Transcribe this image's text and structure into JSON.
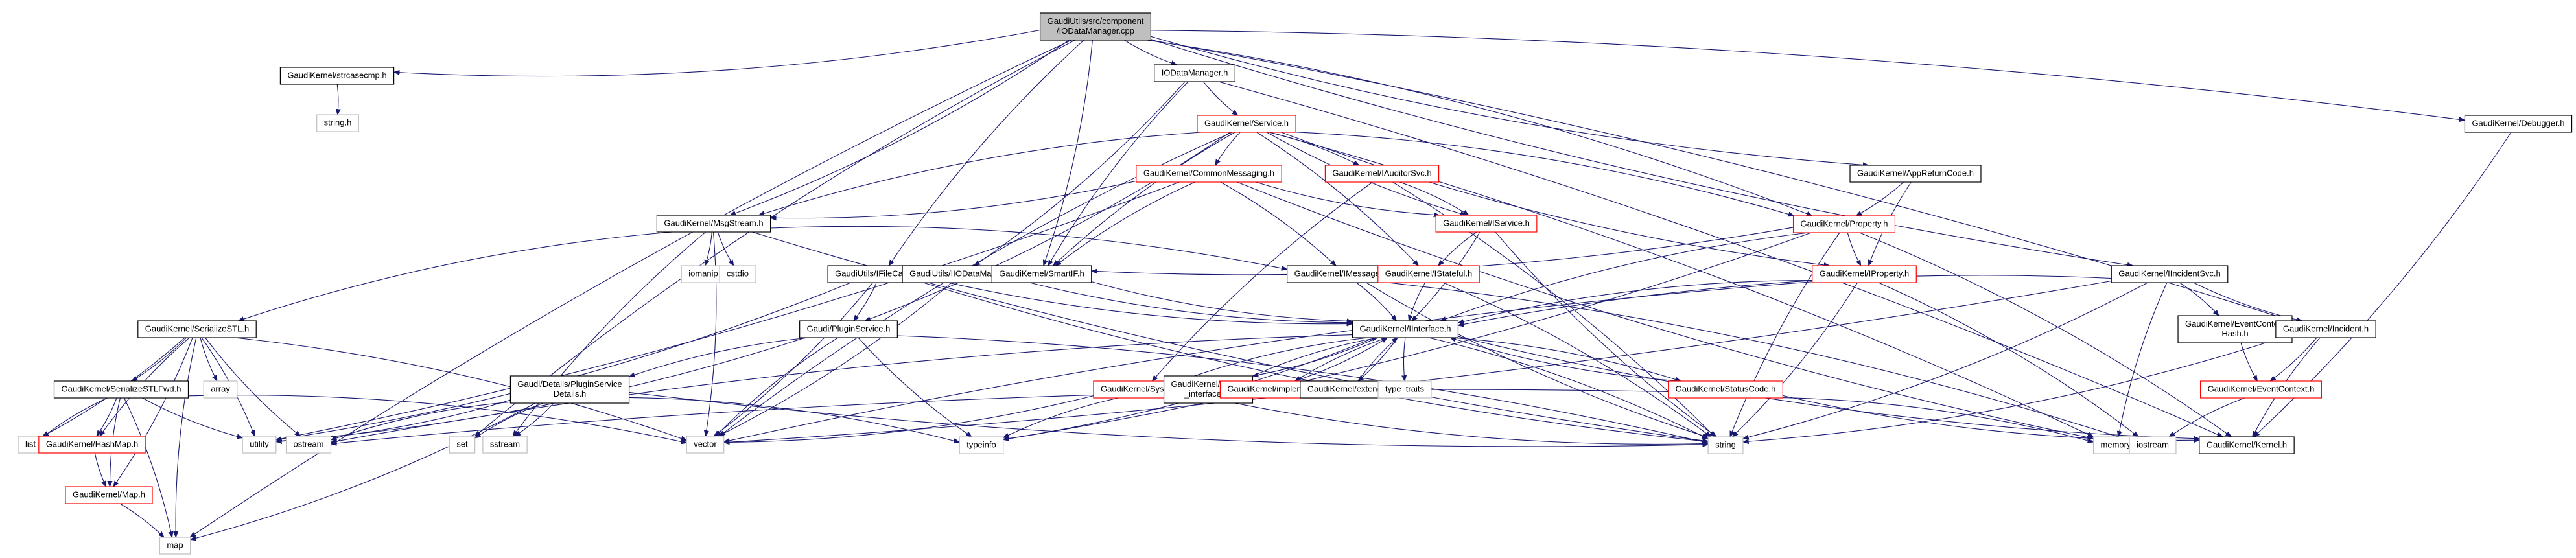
{
  "diagram": {
    "title": "Include dependency graph for IODataManager.cpp",
    "colors": {
      "edge": "#191970",
      "root_fill": "#bfbfbf",
      "documented_border": "#000000",
      "undocumented_border": "#ff0000",
      "system_border": "#bfbfbf"
    },
    "nodes": [
      {
        "id": "root",
        "lines": [
          "GaudiUtils/src/component",
          "/IODataManager.cpp"
        ],
        "kind": "root"
      },
      {
        "id": "strcasecmp",
        "lines": [
          "GaudiKernel/strcasecmp.h"
        ],
        "kind": "doc"
      },
      {
        "id": "string_h",
        "lines": [
          "string.h"
        ],
        "kind": "sys"
      },
      {
        "id": "IODataManager_h",
        "lines": [
          "IODataManager.h"
        ],
        "kind": "doc"
      },
      {
        "id": "Service",
        "lines": [
          "GaudiKernel/Service.h"
        ],
        "kind": "undoc"
      },
      {
        "id": "CommonMessaging",
        "lines": [
          "GaudiKernel/CommonMessaging.h"
        ],
        "kind": "undoc"
      },
      {
        "id": "IAuditorSvc",
        "lines": [
          "GaudiKernel/IAuditorSvc.h"
        ],
        "kind": "undoc"
      },
      {
        "id": "IService",
        "lines": [
          "GaudiKernel/IService.h"
        ],
        "kind": "undoc"
      },
      {
        "id": "AppReturnCode",
        "lines": [
          "GaudiKernel/AppReturnCode.h"
        ],
        "kind": "doc"
      },
      {
        "id": "Debugger",
        "lines": [
          "GaudiKernel/Debugger.h"
        ],
        "kind": "doc"
      },
      {
        "id": "MsgStream",
        "lines": [
          "GaudiKernel/MsgStream.h"
        ],
        "kind": "doc"
      },
      {
        "id": "iomanip",
        "lines": [
          "iomanip"
        ],
        "kind": "sys"
      },
      {
        "id": "cstdio",
        "lines": [
          "cstdio"
        ],
        "kind": "sys"
      },
      {
        "id": "IFileCatalog",
        "lines": [
          "GaudiUtils/IFileCatalog.h"
        ],
        "kind": "doc"
      },
      {
        "id": "IIODataManager",
        "lines": [
          "GaudiUtils/IIODataManager.h"
        ],
        "kind": "doc"
      },
      {
        "id": "SmartIF",
        "lines": [
          "GaudiKernel/SmartIF.h"
        ],
        "kind": "doc"
      },
      {
        "id": "IMessageSvc",
        "lines": [
          "GaudiKernel/IMessageSvc.h"
        ],
        "kind": "doc"
      },
      {
        "id": "IStateful",
        "lines": [
          "GaudiKernel/IStateful.h"
        ],
        "kind": "undoc"
      },
      {
        "id": "Property",
        "lines": [
          "GaudiKernel/Property.h"
        ],
        "kind": "undoc"
      },
      {
        "id": "IProperty",
        "lines": [
          "GaudiKernel/IProperty.h"
        ],
        "kind": "undoc"
      },
      {
        "id": "IIncidentSvc",
        "lines": [
          "GaudiKernel/IIncidentSvc.h"
        ],
        "kind": "doc"
      },
      {
        "id": "EventContextHash",
        "lines": [
          "GaudiKernel/EventContext",
          "Hash.h"
        ],
        "kind": "doc"
      },
      {
        "id": "Incident",
        "lines": [
          "GaudiKernel/Incident.h"
        ],
        "kind": "doc"
      },
      {
        "id": "EventContext",
        "lines": [
          "GaudiKernel/EventContext.h"
        ],
        "kind": "undoc"
      },
      {
        "id": "SerializeSTL",
        "lines": [
          "GaudiKernel/SerializeSTL.h"
        ],
        "kind": "doc"
      },
      {
        "id": "PluginService",
        "lines": [
          "Gaudi/PluginService.h"
        ],
        "kind": "doc"
      },
      {
        "id": "IInterface",
        "lines": [
          "GaudiKernel/IInterface.h"
        ],
        "kind": "doc"
      },
      {
        "id": "SerializeSTLFwd",
        "lines": [
          "GaudiKernel/SerializeSTLFwd.h"
        ],
        "kind": "doc"
      },
      {
        "id": "array",
        "lines": [
          "array"
        ],
        "kind": "sys"
      },
      {
        "id": "PluginServiceDetails",
        "lines": [
          "Gaudi/Details/PluginService",
          "Details.h"
        ],
        "kind": "doc"
      },
      {
        "id": "System",
        "lines": [
          "GaudiKernel/System.h"
        ],
        "kind": "undoc"
      },
      {
        "id": "extend_interfaces",
        "lines": [
          "GaudiKernel/extend",
          "_interfaces.h"
        ],
        "kind": "doc"
      },
      {
        "id": "implements",
        "lines": [
          "GaudiKernel/implements.h"
        ],
        "kind": "undoc"
      },
      {
        "id": "extends",
        "lines": [
          "GaudiKernel/extends.h"
        ],
        "kind": "doc"
      },
      {
        "id": "type_traits",
        "lines": [
          "type_traits"
        ],
        "kind": "sys"
      },
      {
        "id": "StatusCode",
        "lines": [
          "GaudiKernel/StatusCode.h"
        ],
        "kind": "undoc"
      },
      {
        "id": "list",
        "lines": [
          "list"
        ],
        "kind": "sys"
      },
      {
        "id": "HashMap",
        "lines": [
          "GaudiKernel/HashMap.h"
        ],
        "kind": "undoc"
      },
      {
        "id": "Map",
        "lines": [
          "GaudiKernel/Map.h"
        ],
        "kind": "undoc"
      },
      {
        "id": "utility",
        "lines": [
          "utility"
        ],
        "kind": "sys"
      },
      {
        "id": "ostream",
        "lines": [
          "ostream"
        ],
        "kind": "sys"
      },
      {
        "id": "set",
        "lines": [
          "set"
        ],
        "kind": "sys"
      },
      {
        "id": "sstream",
        "lines": [
          "sstream"
        ],
        "kind": "sys"
      },
      {
        "id": "vector",
        "lines": [
          "vector"
        ],
        "kind": "sys"
      },
      {
        "id": "typeinfo",
        "lines": [
          "typeinfo"
        ],
        "kind": "sys"
      },
      {
        "id": "string",
        "lines": [
          "string"
        ],
        "kind": "sys"
      },
      {
        "id": "memory",
        "lines": [
          "memory"
        ],
        "kind": "sys"
      },
      {
        "id": "iostream",
        "lines": [
          "iostream"
        ],
        "kind": "sys"
      },
      {
        "id": "Kernel",
        "lines": [
          "GaudiKernel/Kernel.h"
        ],
        "kind": "doc"
      },
      {
        "id": "map",
        "lines": [
          "map"
        ],
        "kind": "sys"
      }
    ],
    "edges": [
      [
        "root",
        "strcasecmp"
      ],
      [
        "root",
        "IODataManager_h"
      ],
      [
        "root",
        "MsgStream"
      ],
      [
        "root",
        "IFileCatalog"
      ],
      [
        "root",
        "SmartIF"
      ],
      [
        "root",
        "AppReturnCode"
      ],
      [
        "root",
        "Debugger"
      ],
      [
        "root",
        "IIncidentSvc"
      ],
      [
        "root",
        "Incident"
      ],
      [
        "root",
        "set"
      ],
      [
        "root",
        "Property"
      ],
      [
        "root",
        "map"
      ],
      [
        "strcasecmp",
        "string_h"
      ],
      [
        "IODataManager_h",
        "Service"
      ],
      [
        "IODataManager_h",
        "IIODataManager"
      ],
      [
        "IODataManager_h",
        "SmartIF"
      ],
      [
        "IODataManager_h",
        "Kernel"
      ],
      [
        "Service",
        "CommonMessaging"
      ],
      [
        "Service",
        "IAuditorSvc"
      ],
      [
        "Service",
        "IService"
      ],
      [
        "Service",
        "Property"
      ],
      [
        "Service",
        "IProperty"
      ],
      [
        "Service",
        "PluginService"
      ],
      [
        "Service",
        "SmartIF"
      ],
      [
        "Service",
        "IStateful"
      ],
      [
        "Service",
        "vector"
      ],
      [
        "Service",
        "memory"
      ],
      [
        "Service",
        "MsgStream"
      ],
      [
        "CommonMessaging",
        "MsgStream"
      ],
      [
        "CommonMessaging",
        "SmartIF"
      ],
      [
        "CommonMessaging",
        "IMessageSvc"
      ],
      [
        "CommonMessaging",
        "IService"
      ],
      [
        "CommonMessaging",
        "utility"
      ],
      [
        "CommonMessaging",
        "memory"
      ],
      [
        "IAuditorSvc",
        "IService"
      ],
      [
        "IAuditorSvc",
        "System"
      ],
      [
        "IAuditorSvc",
        "string"
      ],
      [
        "IService",
        "IStateful"
      ],
      [
        "IService",
        "IInterface"
      ],
      [
        "IService",
        "string"
      ],
      [
        "AppReturnCode",
        "Property"
      ],
      [
        "AppReturnCode",
        "IProperty"
      ],
      [
        "Debugger",
        "Kernel"
      ],
      [
        "MsgStream",
        "SerializeSTL"
      ],
      [
        "MsgStream",
        "iomanip"
      ],
      [
        "MsgStream",
        "cstdio"
      ],
      [
        "MsgStream",
        "vector"
      ],
      [
        "MsgStream",
        "string"
      ],
      [
        "MsgStream",
        "IMessageSvc"
      ],
      [
        "MsgStream",
        "sstream"
      ],
      [
        "IFileCatalog",
        "PluginService"
      ],
      [
        "IFileCatalog",
        "IInterface"
      ],
      [
        "IFileCatalog",
        "vector"
      ],
      [
        "IFileCatalog",
        "string"
      ],
      [
        "IFileCatalog",
        "utility"
      ],
      [
        "IIODataManager",
        "IInterface"
      ],
      [
        "IIODataManager",
        "vector"
      ],
      [
        "SmartIF",
        "IInterface"
      ],
      [
        "IMessageSvc",
        "IInterface"
      ],
      [
        "IMessageSvc",
        "string"
      ],
      [
        "IMessageSvc",
        "iostream"
      ],
      [
        "IStateful",
        "IInterface"
      ],
      [
        "IStateful",
        "string"
      ],
      [
        "Property",
        "IProperty"
      ],
      [
        "Property",
        "SmartIF"
      ],
      [
        "Property",
        "string"
      ],
      [
        "Property",
        "Kernel"
      ],
      [
        "Property",
        "IInterface"
      ],
      [
        "Property",
        "typeinfo"
      ],
      [
        "IProperty",
        "IInterface"
      ],
      [
        "IProperty",
        "string"
      ],
      [
        "IProperty",
        "vector"
      ],
      [
        "IProperty",
        "iostream"
      ],
      [
        "IIncidentSvc",
        "IInterface"
      ],
      [
        "IIncidentSvc",
        "EventContextHash"
      ],
      [
        "IIncidentSvc",
        "Incident"
      ],
      [
        "IIncidentSvc",
        "string"
      ],
      [
        "IIncidentSvc",
        "memory"
      ],
      [
        "IIncidentSvc",
        "vector"
      ],
      [
        "EventContextHash",
        "EventContext"
      ],
      [
        "Incident",
        "EventContext"
      ],
      [
        "Incident",
        "Kernel"
      ],
      [
        "Incident",
        "string"
      ],
      [
        "EventContext",
        "iostream"
      ],
      [
        "SerializeSTL",
        "SerializeSTLFwd"
      ],
      [
        "SerializeSTL",
        "array"
      ],
      [
        "SerializeSTL",
        "list"
      ],
      [
        "SerializeSTL",
        "HashMap"
      ],
      [
        "SerializeSTL",
        "Map"
      ],
      [
        "SerializeSTL",
        "map"
      ],
      [
        "SerializeSTL",
        "utility"
      ],
      [
        "SerializeSTL",
        "ostream"
      ],
      [
        "SerializeSTL",
        "vector"
      ],
      [
        "SerializeSTLFwd",
        "list"
      ],
      [
        "SerializeSTLFwd",
        "HashMap"
      ],
      [
        "SerializeSTLFwd",
        "Map"
      ],
      [
        "SerializeSTLFwd",
        "map"
      ],
      [
        "SerializeSTLFwd",
        "utility"
      ],
      [
        "SerializeSTLFwd",
        "vector"
      ],
      [
        "HashMap",
        "Map"
      ],
      [
        "Map",
        "map"
      ],
      [
        "PluginService",
        "PluginServiceDetails"
      ],
      [
        "PluginService",
        "string"
      ],
      [
        "PluginService",
        "typeinfo"
      ],
      [
        "PluginService",
        "utility"
      ],
      [
        "PluginService",
        "vector"
      ],
      [
        "PluginServiceDetails",
        "map"
      ],
      [
        "PluginServiceDetails",
        "set"
      ],
      [
        "PluginServiceDetails",
        "sstream"
      ],
      [
        "PluginServiceDetails",
        "string"
      ],
      [
        "PluginServiceDetails",
        "typeinfo"
      ],
      [
        "PluginServiceDetails",
        "ostream"
      ],
      [
        "PluginServiceDetails",
        "utility"
      ],
      [
        "IInterface",
        "System"
      ],
      [
        "IInterface",
        "extend_interfaces"
      ],
      [
        "IInterface",
        "implements"
      ],
      [
        "IInterface",
        "extends"
      ],
      [
        "IInterface",
        "type_traits"
      ],
      [
        "IInterface",
        "StatusCode"
      ],
      [
        "IInterface",
        "Kernel"
      ],
      [
        "IInterface",
        "typeinfo"
      ],
      [
        "IInterface",
        "ostream"
      ],
      [
        "IInterface",
        "string"
      ],
      [
        "System",
        "string"
      ],
      [
        "System",
        "vector"
      ],
      [
        "System",
        "typeinfo"
      ],
      [
        "extend_interfaces",
        "IInterface"
      ],
      [
        "implements",
        "IInterface"
      ],
      [
        "extends",
        "IInterface"
      ],
      [
        "StatusCode",
        "ostream"
      ],
      [
        "StatusCode",
        "memory"
      ],
      [
        "StatusCode",
        "Kernel"
      ],
      [
        "StatusCode",
        "IInterface"
      ]
    ]
  }
}
